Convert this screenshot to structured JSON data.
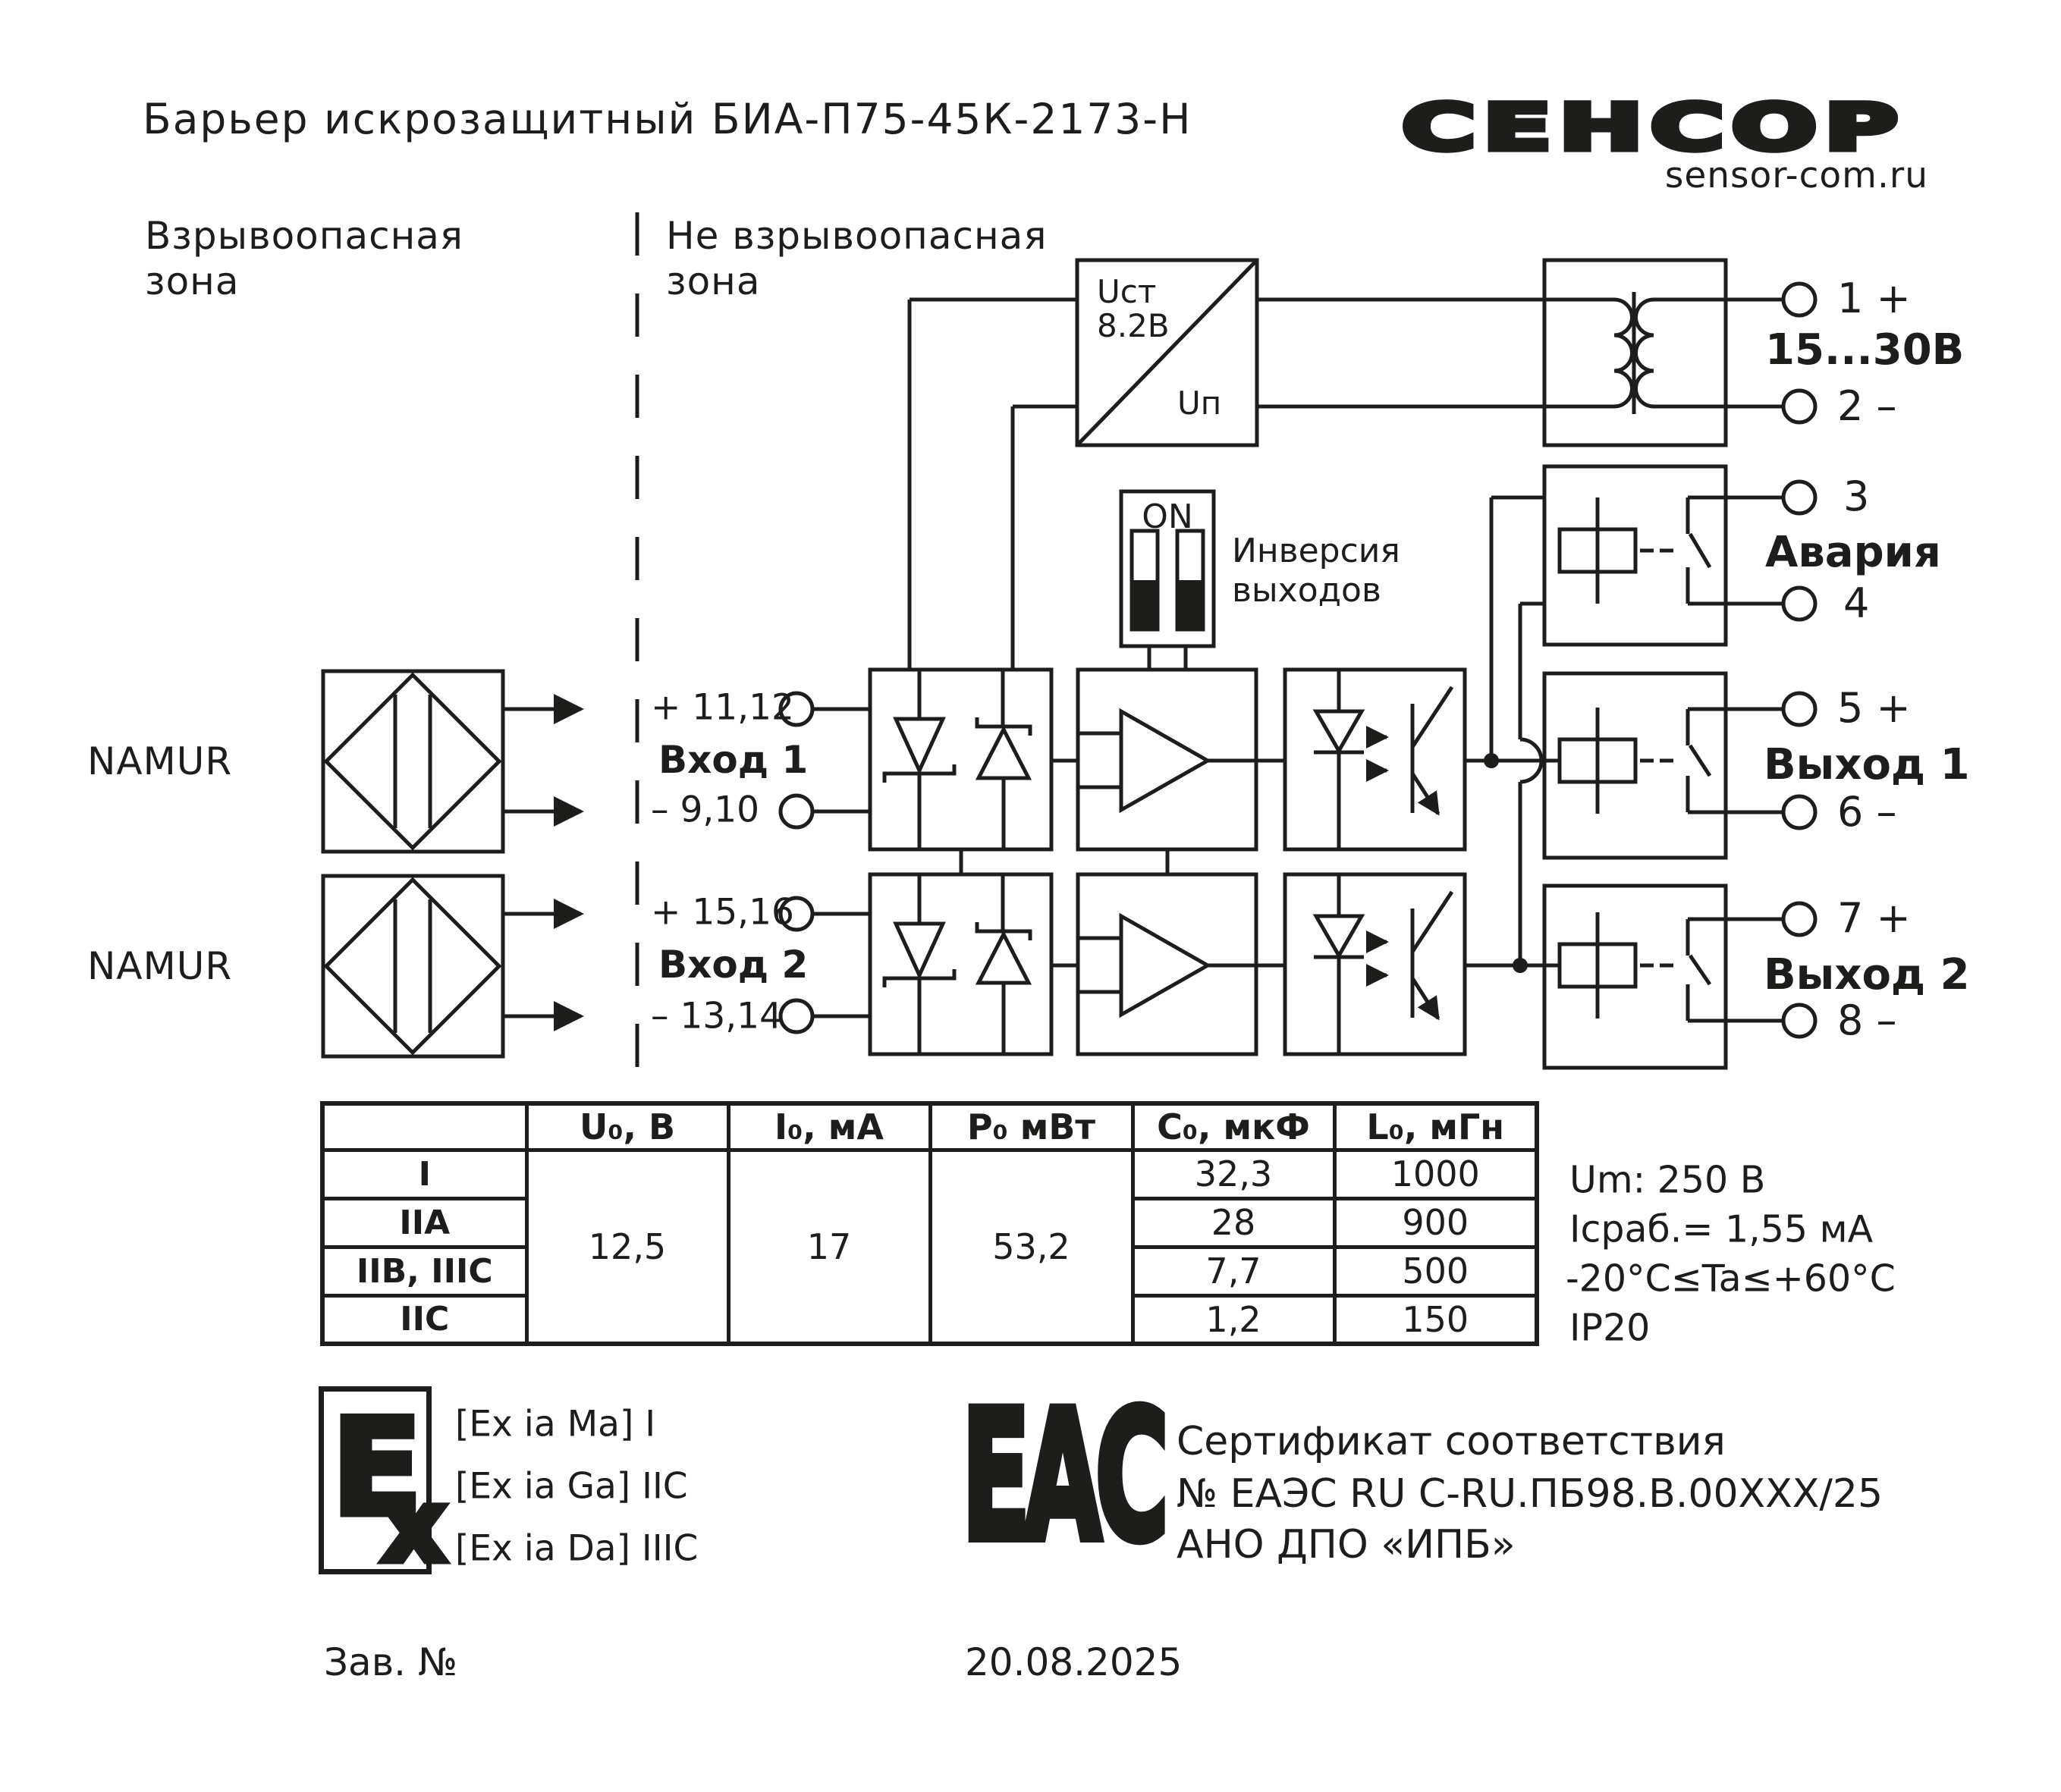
{
  "title": "Барьер искрозащитный БИА-П75-45К-2173-Н",
  "brand": {
    "logo": "СЕНСОР",
    "website": "sensor-com.ru"
  },
  "zones": {
    "hazardous_line1": "Взрывоопасная",
    "hazardous_line2": "зона",
    "safe_line1": "Не взрывоопасная",
    "safe_line2": "зона"
  },
  "sensors": {
    "sensor1": "NAMUR",
    "sensor2": "NAMUR"
  },
  "inputs": {
    "in1": {
      "plus_terminals": "+ 11,12",
      "name": "Вход 1",
      "minus_terminals": "– 9,10"
    },
    "in2": {
      "plus_terminals": "+ 15,16",
      "name": "Вход 2",
      "minus_terminals": "– 13,14"
    }
  },
  "power_converter": {
    "u_st": "Uст",
    "u_st_value": "8.2В",
    "u_p": "Uп"
  },
  "dip_switch": {
    "label": "ON",
    "caption_line1": "Инверсия",
    "caption_line2": "выходов"
  },
  "outputs": {
    "t1": "1 +",
    "supply_range": "15...30В",
    "t2": "2 –",
    "t3": "3",
    "alarm": "Авария",
    "t4": "4",
    "t5": "5 +",
    "out1": "Выход 1",
    "t6": "6 –",
    "t7": "7 +",
    "out2": "Выход 2",
    "t8": "8 –"
  },
  "table": {
    "headers": [
      "",
      "U₀, В",
      "I₀, мА",
      "P₀ мВт",
      "C₀, мкФ",
      "L₀, мГн"
    ],
    "u0": "12,5",
    "i0": "17",
    "p0": "53,2",
    "rows": [
      {
        "group": "I",
        "c0": "32,3",
        "l0": "1000"
      },
      {
        "group": "IIA",
        "c0": "28",
        "l0": "900"
      },
      {
        "group": "IIB, IIIC",
        "c0": "7,7",
        "l0": "500"
      },
      {
        "group": "IIC",
        "c0": "1,2",
        "l0": "150"
      }
    ]
  },
  "specs": {
    "um": "Um: 250 В",
    "i_operate": "Iсраб.= 1,55 мА",
    "temp_range": "-20°C≤Ta≤+60°C",
    "ip": "IP20"
  },
  "ex_marking": {
    "mark_e": "E",
    "mark_x": "x",
    "lines": [
      "[Ex ia Ma] I",
      "[Ex ia Ga] IIC",
      "[Ex ia Da] IIIC"
    ]
  },
  "certification": {
    "mark": "EAC",
    "line1": "Сертификат соответствия",
    "line2": "№ ЕАЭС RU C-RU.ПБ98.В.00XXX/25",
    "line3": "АНО ДПО «ИПБ»"
  },
  "footer": {
    "serial_label": "Зав. №",
    "date": "20.08.2025"
  },
  "colors": {
    "ink": "#1d1d1b",
    "background": "#ffffff"
  }
}
